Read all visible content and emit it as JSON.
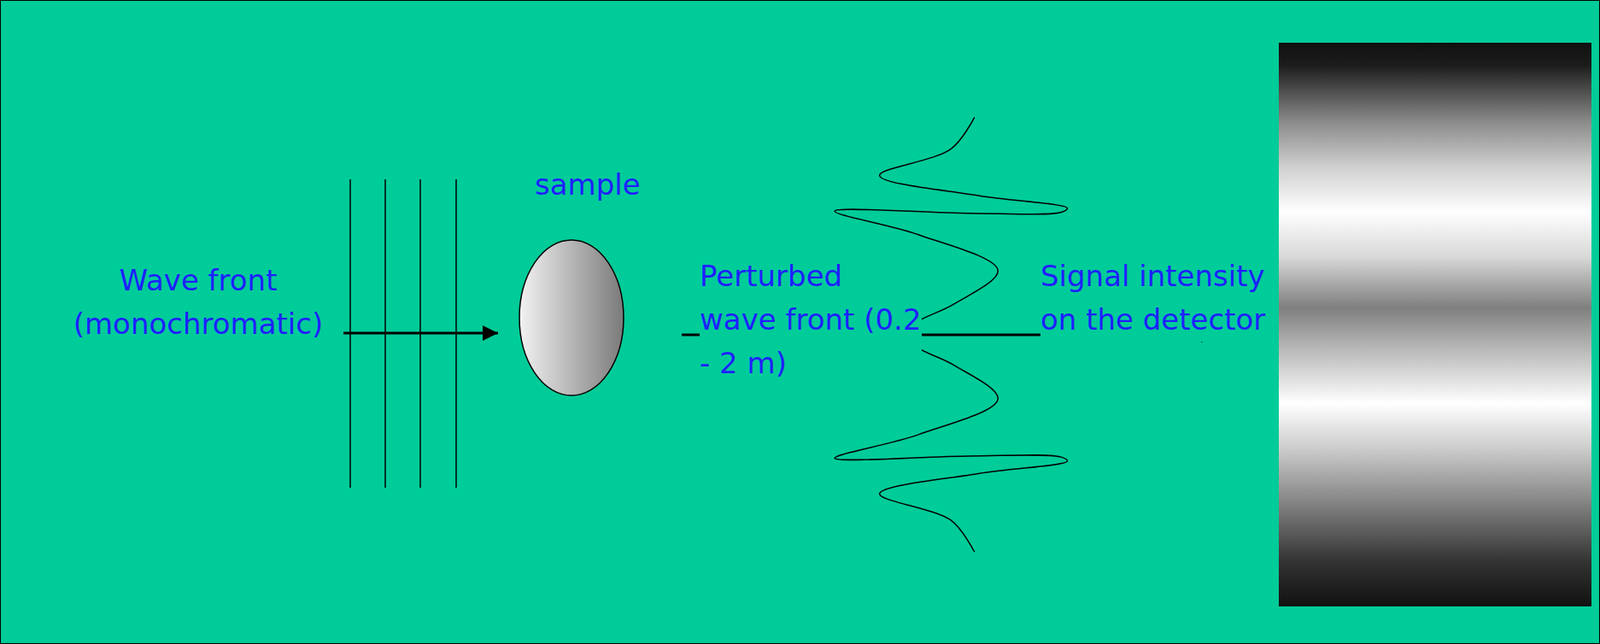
{
  "diagram": {
    "labels": [
      "Wave front (monochromatic)",
      "sample",
      "Perturbed wave front (0.2 - 2 m)",
      "Signal intensity on the detector"
    ]
  }
}
